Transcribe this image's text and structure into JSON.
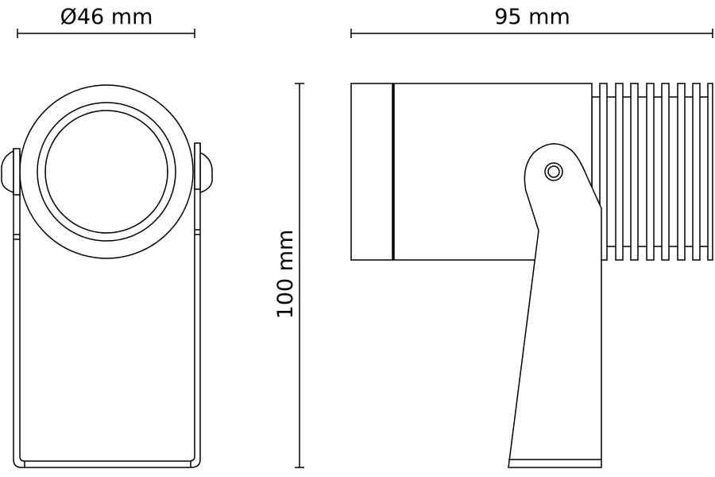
{
  "dimensions": {
    "diameter": "Ø46 mm",
    "length": "95 mm",
    "height": "100 mm"
  },
  "colors": {
    "line": "#000000",
    "background": "#ffffff"
  }
}
